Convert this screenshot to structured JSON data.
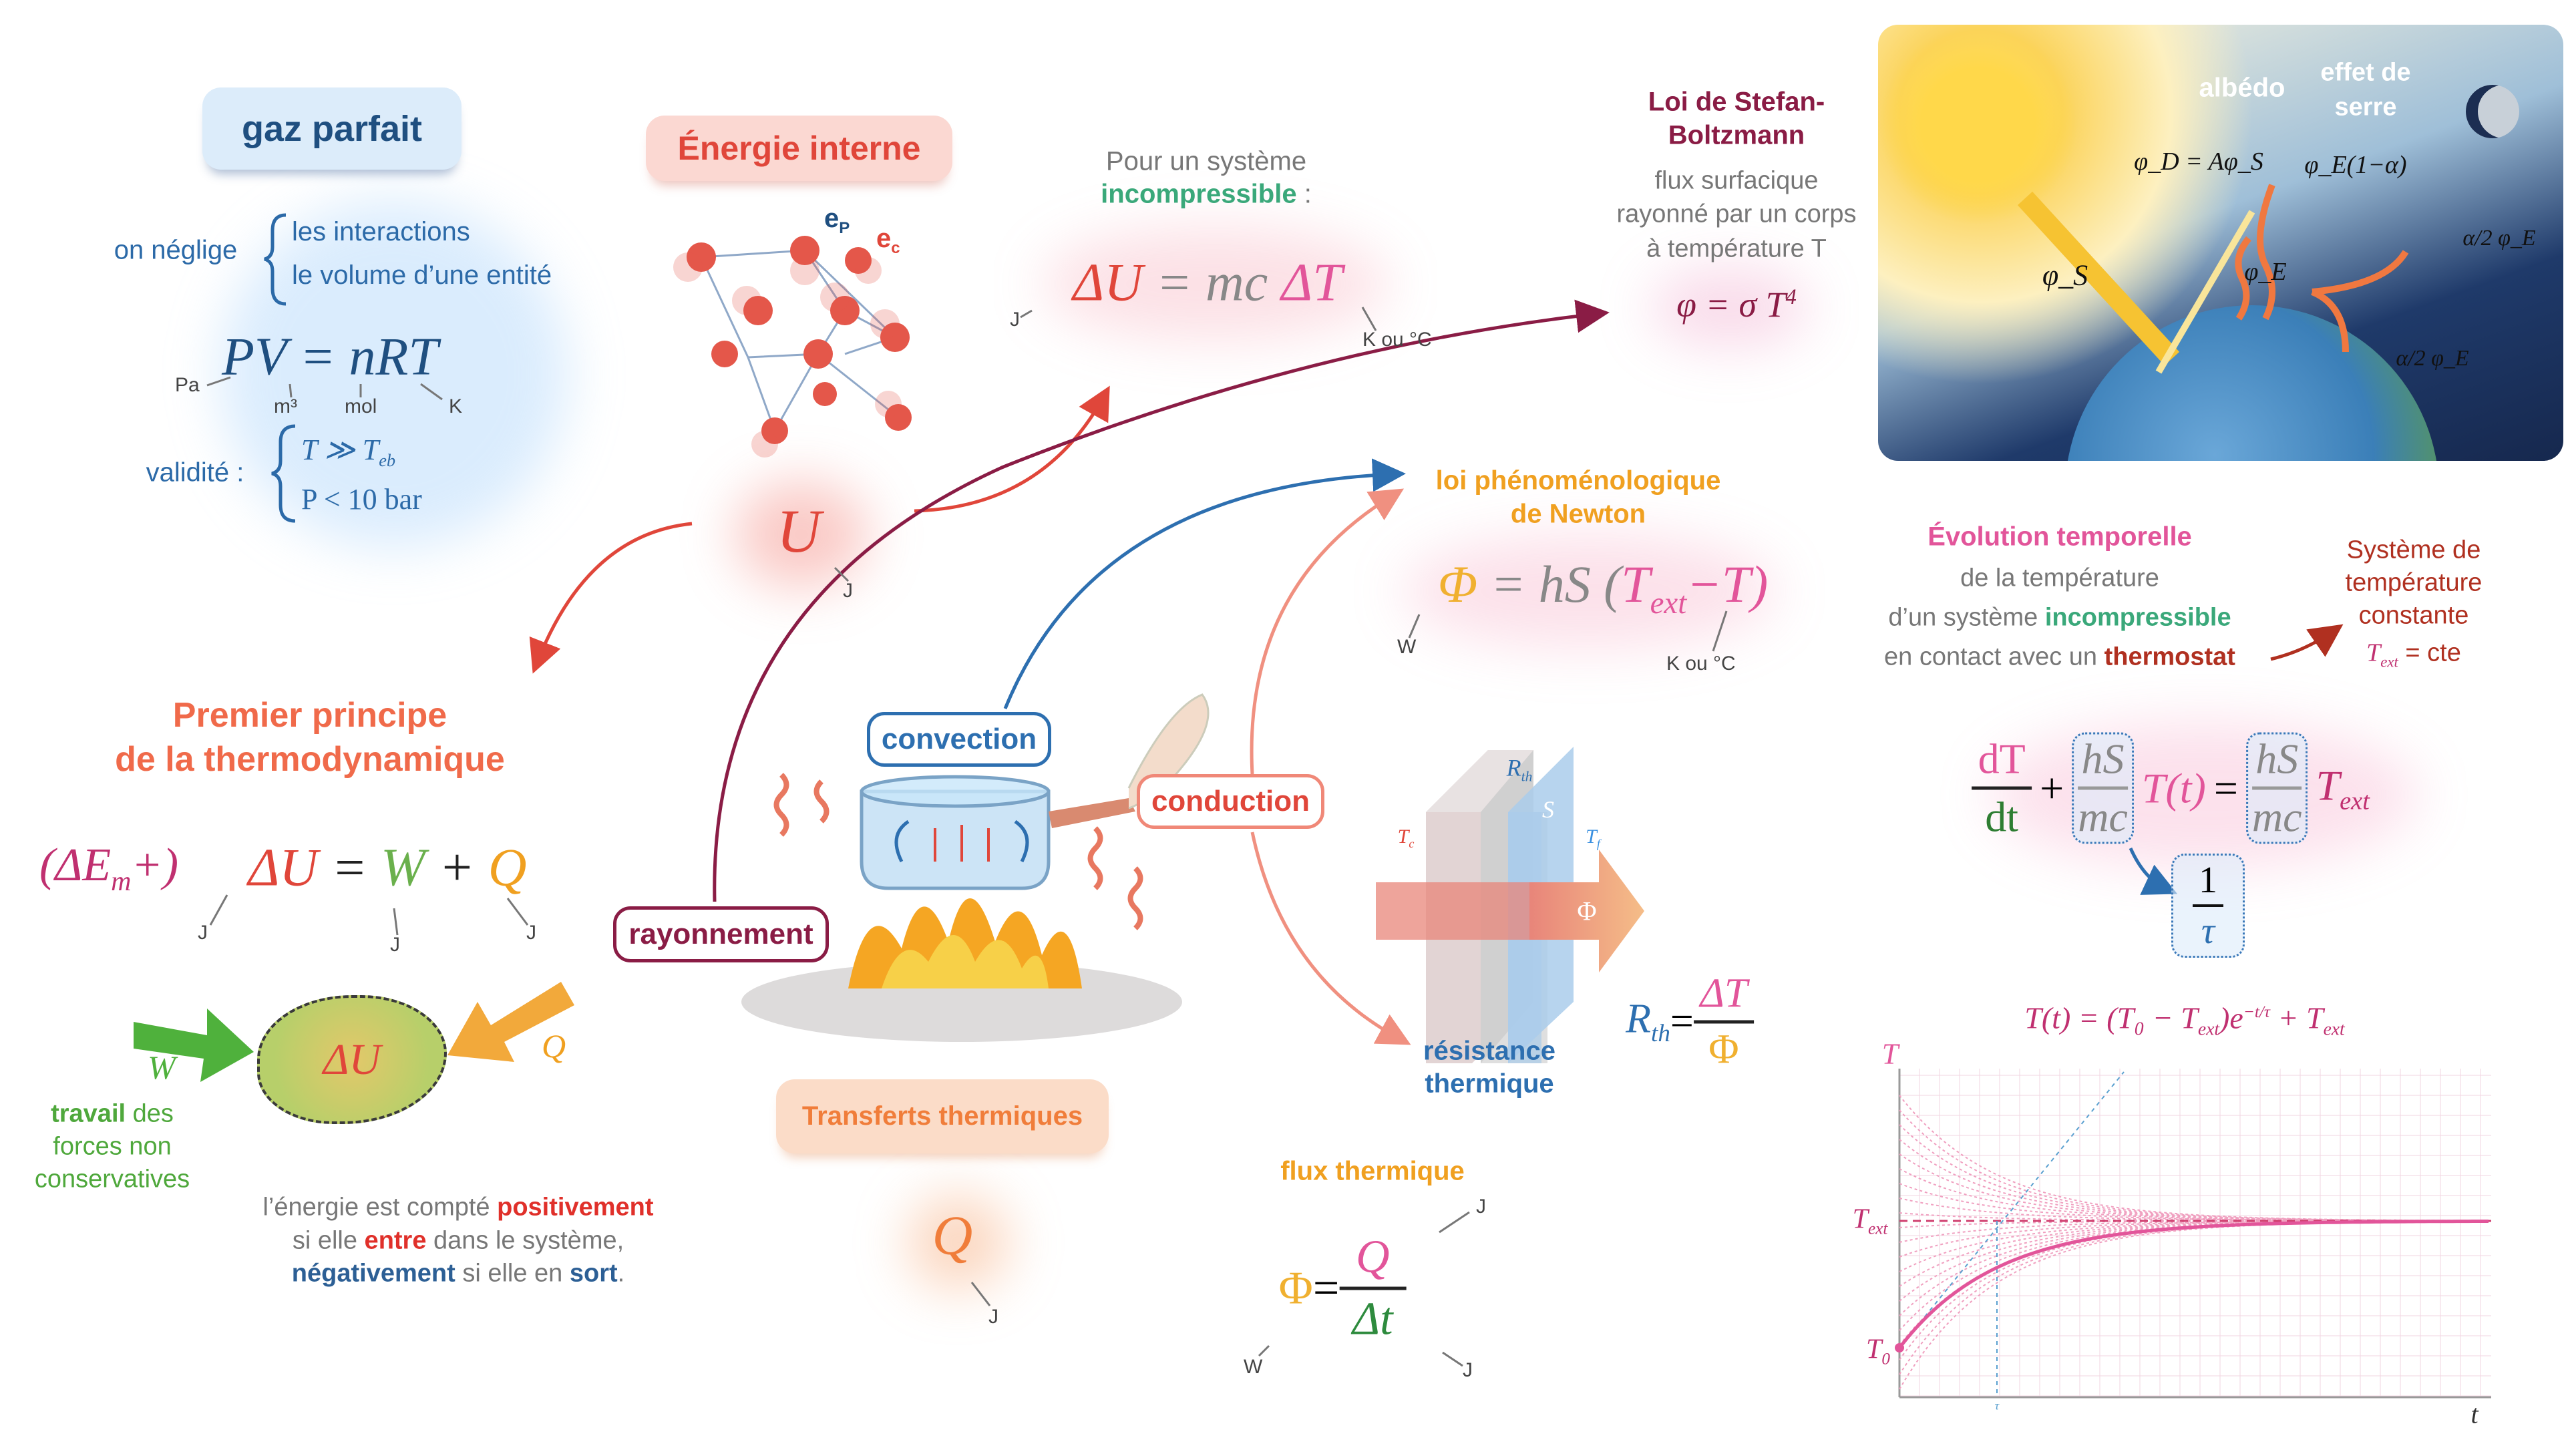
{
  "gaz_parfait": {
    "title": "gaz parfait",
    "neglige": "on néglige",
    "items": [
      "les interactions",
      "le volume d’une entité"
    ],
    "equation": "PV = nRT",
    "units": {
      "P": "Pa",
      "V": "m³",
      "n": "mol",
      "T": "K"
    },
    "validite": "validité :",
    "cond1_a": "T ≫ T",
    "cond1_sub": "eb",
    "cond2": "P < 10 bar"
  },
  "energie_interne": {
    "title": "Énergie interne",
    "ep": "e",
    "ep_sub": "P",
    "ec": "e",
    "ec_sub": "c",
    "symbol": "U",
    "unit": "J"
  },
  "incompressible": {
    "line1": "Pour un système",
    "line2": "incompressible",
    "colon": " :",
    "eq_lhs": "ΔU",
    "eq_mid": " = mc ",
    "eq_rhs": "ΔT",
    "unit_J": "J",
    "unit_K": "K ou °C"
  },
  "stefan": {
    "title1": "Loi de Stefan-",
    "title2": "Boltzmann",
    "desc": [
      "flux surfacique",
      "rayonné par un corps",
      "à température T"
    ],
    "eq": "φ = σ T",
    "eq_exp": "4"
  },
  "earth": {
    "albedo": "albédo",
    "serre1": "effet de",
    "serre2": "serre",
    "phiD": "φ_D = Aφ_S",
    "phiE1a": "φ_E(1−α)",
    "phiS": "φ_S",
    "phiE": "φ_E",
    "half1": "α/2 φ_E",
    "half2": "α/2 φ_E"
  },
  "newton": {
    "title1": "loi phénoménologique",
    "title2": "de Newton",
    "phi": "Φ",
    "eq_mid": " = hS (",
    "Text": "T",
    "Text_sub": "ext",
    "minus": "−",
    "T": "T",
    "close": ")",
    "unit_W": "W",
    "unit_K": "K ou °C"
  },
  "evolution": {
    "title": "Évolution temporelle",
    "l2": "de la température",
    "l3a": "d’un système ",
    "l3b": "incompressible",
    "l4a": "en contact avec un ",
    "l4b": "thermostat",
    "thermo": [
      "Système de",
      "température",
      "constante"
    ],
    "cte_T": "T",
    "cte_sub": "ext",
    "cte_rest": " = cte"
  },
  "ode": {
    "dT": "dT",
    "dt": "dt",
    "plus": "+",
    "hS": "hS",
    "mc": "mc",
    "Tt": "T(t)",
    "eq": "=",
    "Text": "T",
    "Text_sub": "ext",
    "one": "1",
    "tau": "τ"
  },
  "solution": {
    "text": "T(t) = (T₀ − T",
    "sub": "ext",
    "rest": ")e",
    "exp": "−t/τ",
    "end": " + T",
    "end_sub": "ext"
  },
  "graph": {
    "y_label": "T",
    "x_label": "t",
    "text_label": "T",
    "text_sub": "ext",
    "t0_label": "T",
    "t0_sub": "0",
    "tau_label": "τ"
  },
  "premier": {
    "title1": "Premier principe",
    "title2": "de la thermodynamique",
    "em": "(ΔE",
    "em_sub": "m",
    "em_end": "+)",
    "dU": "ΔU",
    "eq": " = ",
    "W": "W",
    "plus": " + ",
    "Q": "Q",
    "units": [
      "J",
      "J",
      "J"
    ],
    "blob": "ΔU",
    "W_label": "W",
    "Q_label": "Q",
    "travail": [
      "travail",
      "des",
      "forces non",
      "conservatives"
    ]
  },
  "signe": {
    "l1a": "l’énergie est compté ",
    "l1b": "positivement",
    "l2a": "si elle ",
    "l2b": "entre",
    "l2c": " dans le système,",
    "l3a": "négativement",
    "l3b": " si elle en ",
    "l3c": "sort",
    "l3d": "."
  },
  "transferts": {
    "title": "Transferts thermiques",
    "Q": "Q",
    "unit": "J",
    "convection": "convection",
    "conduction": "conduction",
    "rayonnement": "rayonnement"
  },
  "resistance": {
    "Rth": "R",
    "Rth_sub": "th",
    "S": "S",
    "Tc": "T",
    "Tc_sub": "c",
    "Tf": "T",
    "Tf_sub": "f",
    "phi": "Φ",
    "label1": "résistance",
    "label2": "thermique",
    "eq_R": "R",
    "eq_sub": "th",
    "eq_eq": " = ",
    "num": "ΔT",
    "den": "Φ"
  },
  "flux": {
    "title": "flux thermique",
    "phi": "Φ",
    "eq": " = ",
    "Q": "Q",
    "dt": "Δt",
    "unit_W": "W",
    "unit_J1": "J",
    "unit_J2": "J"
  },
  "colors": {
    "blue": "#2c5f95",
    "red": "#e0463a",
    "orange": "#f08a3c",
    "pink": "#e2559a",
    "green": "#3aa87a",
    "maroon": "#8a1c45",
    "conv_blue": "#2d6fb0"
  }
}
